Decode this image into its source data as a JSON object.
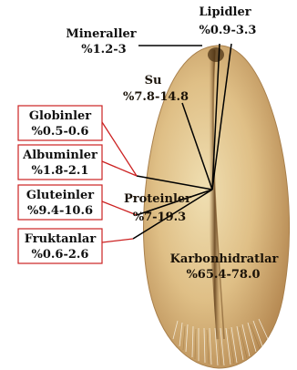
{
  "colors": {
    "grain_light": "#ecd9a8",
    "grain_mid": "#d9b47a",
    "grain_dark": "#b58a52",
    "crease": "#6e4a22",
    "box_border": "#cc2222",
    "connector_red": "#cc2222",
    "connector_black": "#000000"
  },
  "labels": {
    "mineraller": {
      "name": "Mineraller",
      "value": "%1.2-3"
    },
    "lipidler": {
      "name": "Lipidler",
      "value": "%0.9-3.3"
    },
    "su": {
      "name": "Su",
      "value": "%7.8-14.8"
    },
    "proteinler": {
      "name": "Proteinler",
      "value": "%7-19.3"
    },
    "karbonhidratlar": {
      "name": "Karbonhidratlar",
      "value": "%65.4-78.0"
    }
  },
  "protein_fractions": [
    {
      "name": "Globinler",
      "value": "%0.5-0.6"
    },
    {
      "name": "Albuminler",
      "value": "%1.8-2.1"
    },
    {
      "name": "Gluteinler",
      "value": "%9.4-10.6"
    },
    {
      "name": "Fruktanlar",
      "value": "%0.6-2.6"
    }
  ]
}
